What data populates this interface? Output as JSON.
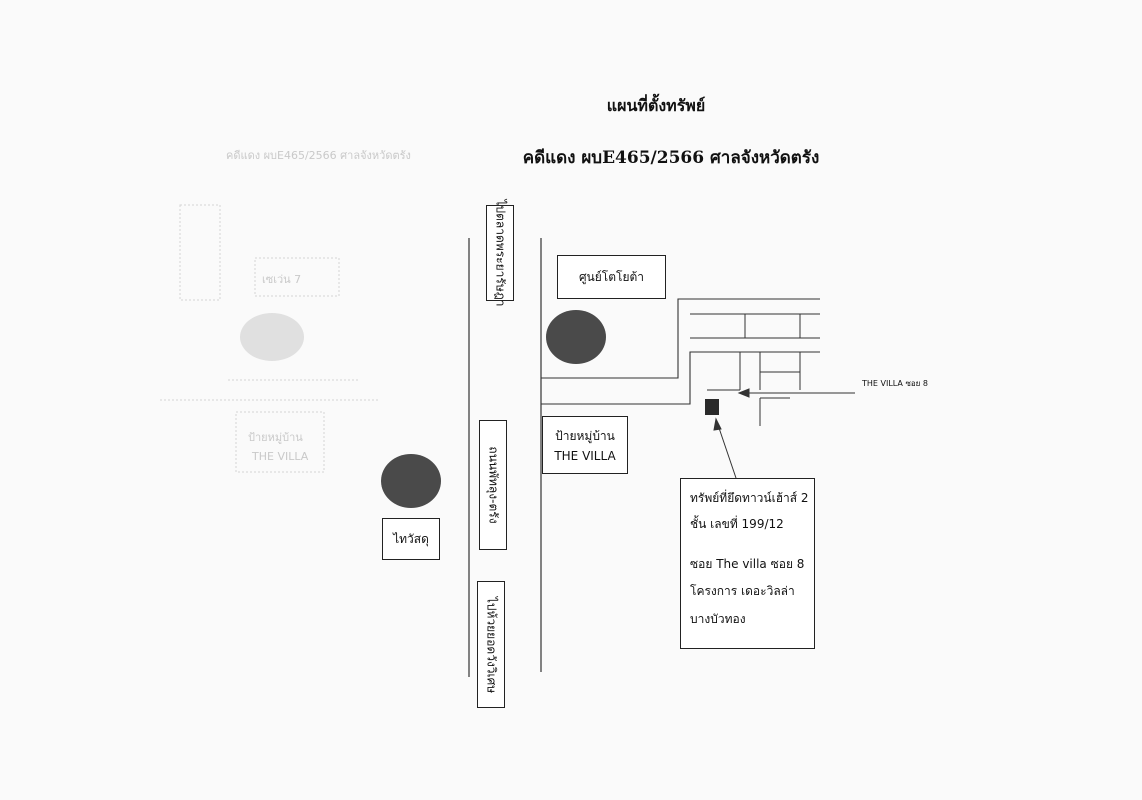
{
  "header": {
    "title": "แผนที่ตั้งทรัพย์",
    "case_line": "คดีแดง ผบE465/2566 ศาลจังหวัดตรัง"
  },
  "faded_case_line": "คดีแดง ผบE465/2566 ศาลจังหวัดตรัง",
  "labels": {
    "road_top": "ไปตลาดพระยารัษฎา",
    "road_middle": "ถนนพัทลุง-ตรัง",
    "road_bottom": "ไปห้วยยอดวังวิเศษ",
    "toyota_center": "ศูนย์โตโยต้า",
    "village_sign_line1": "ป้ายหมู่บ้าน",
    "village_sign_line2": "THE VILLA",
    "temple": "ไทวัสดุ",
    "soi_pointer": "THE VILLA ซอย 8"
  },
  "property_box": {
    "line1": "ทรัพย์ที่ยึดทาวน์เฮ้าส์ 2",
    "line2": "ชั้น เลขที่  199/12",
    "line3": "ซอย The villa ซอย 8",
    "line4": "โครงการ เดอะวิลล่า",
    "line5": "บางบัวทอง"
  },
  "colors": {
    "marker_fill": "#4a4a4a",
    "ink": "#222222",
    "ghost": "#cfcfcf"
  },
  "ghost_labels": {
    "ghost_box_1": "เซเว่น 7",
    "ghost_box_2": "ป้ายหมู่บ้าน",
    "ghost_box_3": "THE VILLA"
  }
}
